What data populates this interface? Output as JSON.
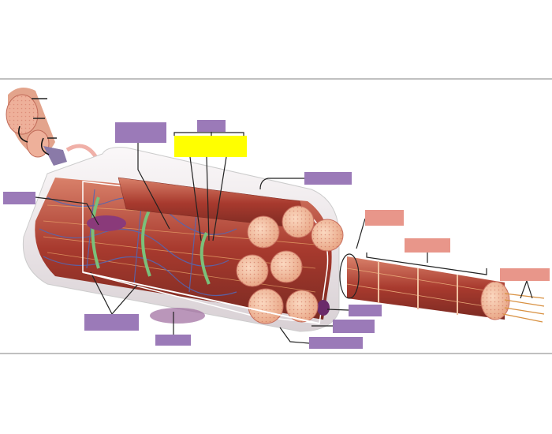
{
  "colors": {
    "label_purple": "#9b7ab8",
    "label_salmon": "#e8968a",
    "label_highlight": "#ffff00",
    "muscle": "#b5473a",
    "muscle_light": "#e8a88a",
    "membrane": "#e9e4e6",
    "vessel": "#5566b0",
    "divider": "#808080"
  },
  "labels": [
    {
      "id": "label-1",
      "color": "purple"
    },
    {
      "id": "label-2",
      "color": "purple"
    },
    {
      "id": "label-3",
      "color": "yellow"
    },
    {
      "id": "label-4",
      "color": "purple"
    },
    {
      "id": "label-5",
      "color": "purple"
    },
    {
      "id": "label-6",
      "color": "salmon"
    },
    {
      "id": "label-7",
      "color": "salmon"
    },
    {
      "id": "label-8",
      "color": "salmon"
    },
    {
      "id": "label-9",
      "color": "purple"
    },
    {
      "id": "label-10",
      "color": "purple"
    },
    {
      "id": "label-11",
      "color": "purple"
    },
    {
      "id": "label-12",
      "color": "purple"
    },
    {
      "id": "label-13",
      "color": "purple"
    }
  ]
}
